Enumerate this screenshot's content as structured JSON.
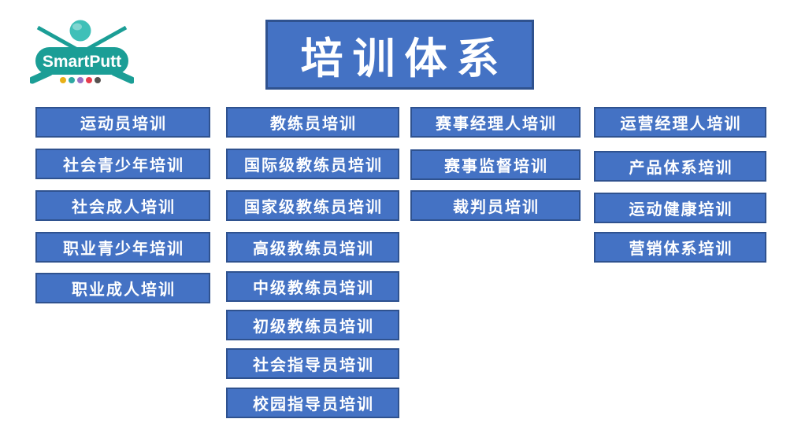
{
  "slide": {
    "title": "培训体系"
  },
  "logo": {
    "brand": "SmartPutt",
    "teal": "#1B9E96",
    "ball_color": "#3FC0B8",
    "dot_colors": [
      "#E8B018",
      "#2FA8A2",
      "#9A6FC4",
      "#E73C4E",
      "#55514F"
    ]
  },
  "colors": {
    "box_fill": "#4472C4",
    "box_border": "#2F528F",
    "box_text": "#FFFFFF"
  },
  "board": {
    "columns": [
      {
        "name": "athlete",
        "items": [
          "运动员培训",
          "社会青少年培训",
          "社会成人培训",
          "职业青少年培训",
          "职业成人培训"
        ]
      },
      {
        "name": "coach",
        "items": [
          "教练员培训",
          "国际级教练员培训",
          "国家级教练员培训",
          "高级教练员培训",
          "中级教练员培训",
          "初级教练员培训",
          "社会指导员培训",
          "校园指导员培训"
        ]
      },
      {
        "name": "event",
        "items": [
          "赛事经理人培训",
          "赛事监督培训",
          "裁判员培训"
        ]
      },
      {
        "name": "operation",
        "items": [
          "运营经理人培训",
          "产品体系培训",
          "运动健康培训",
          "营销体系培训"
        ]
      }
    ]
  }
}
